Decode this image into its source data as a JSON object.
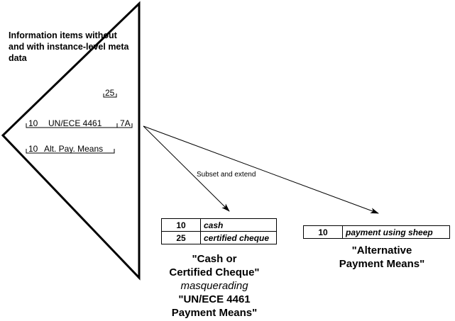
{
  "left_panel": {
    "heading": "Information items without and with instance-level meta data",
    "item_25": {
      "code": "25"
    },
    "item_uncefact": {
      "code": "10",
      "name": "UN/ECE 4461",
      "version": "7A"
    },
    "item_alt": {
      "code": "10",
      "name": "Alt. Pay. Means"
    }
  },
  "arrow_label": "Subset and extend",
  "cash_table": {
    "rows": [
      {
        "code": "10",
        "name": "cash"
      },
      {
        "code": "25",
        "name": "certified cheque"
      }
    ],
    "caption": {
      "line1": "\"Cash or",
      "line2": "Certified Cheque\"",
      "line3": "masquerading",
      "line4": "\"UN/ECE 4461",
      "line5": "Payment Means\""
    }
  },
  "alt_table": {
    "rows": [
      {
        "code": "10",
        "name": "payment using sheep"
      }
    ],
    "caption": {
      "line1": "\"Alternative",
      "line2": "Payment Means\""
    }
  }
}
